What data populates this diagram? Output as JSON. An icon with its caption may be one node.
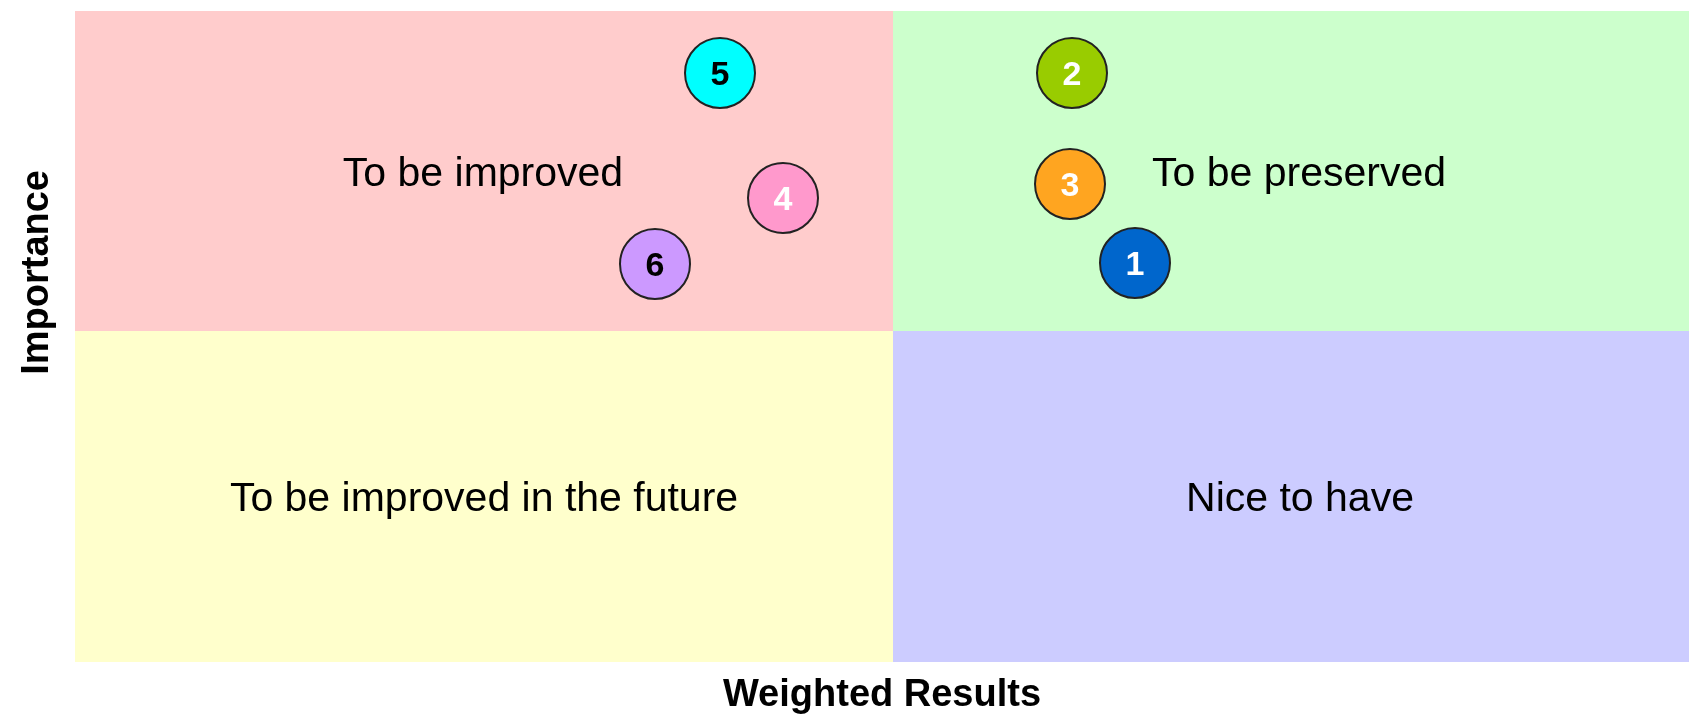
{
  "diagram": {
    "nodes": [
      {
        "text": [
          "To be improved"
        ]
      },
      {
        "text": [
          "5"
        ],
        "in": 0
      },
      {
        "text": [
          "4"
        ],
        "in": 0
      },
      {
        "text": [
          "6"
        ],
        "in": 0
      },
      {
        "text": [
          "To be preserved"
        ]
      },
      {
        "text": [
          "2"
        ],
        "in": 4
      },
      {
        "text": [
          "3"
        ],
        "in": 4
      },
      {
        "text": [
          "1"
        ],
        "in": 4
      },
      {
        "text": [
          "To be improved in the future"
        ]
      },
      {
        "text": [
          "Nice to have"
        ]
      }
    ],
    "edges": [],
    "labels": [
      "Importance",
      "Weighted Results"
    ]
  }
}
